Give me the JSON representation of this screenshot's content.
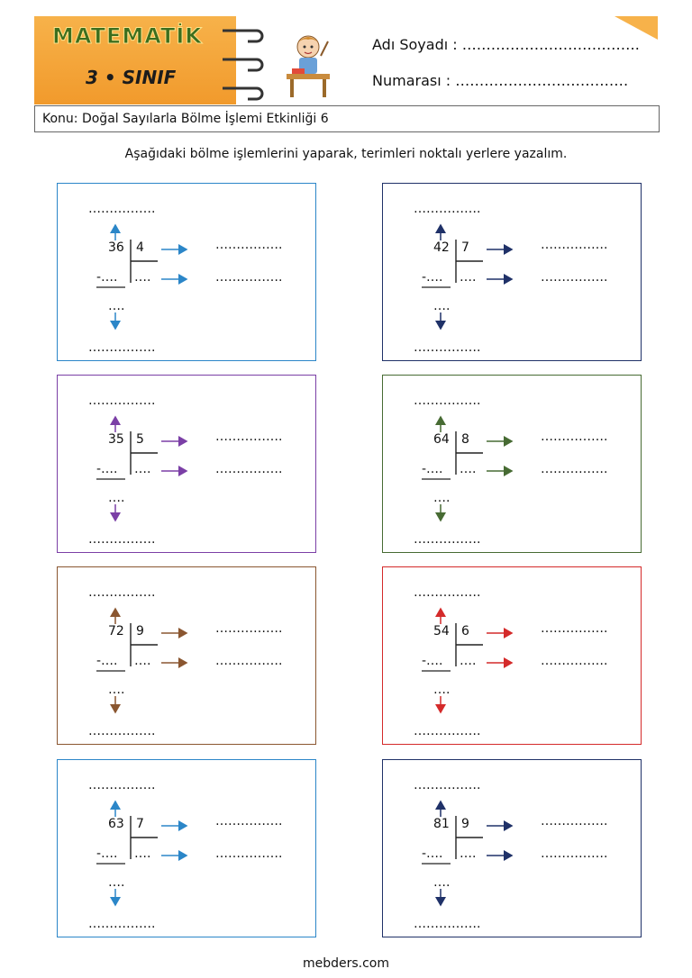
{
  "header": {
    "logo_title": "MATEMATİK",
    "grade": "3 • SINIF",
    "name_label": "Adı Soyadı : ……………………………….",
    "number_label": "Numarası  : ………………………………"
  },
  "topic": "Konu: Doğal Sayılarla Bölme İşlemi Etkinliği 6",
  "instruction": "Aşağıdaki bölme işlemlerini yaparak, terimleri noktalı yerlere yazalım.",
  "blank_long": "…………….",
  "blank_short": "….",
  "minus_blank": "-….",
  "exercises": [
    {
      "dividend": "36",
      "divisor": "4",
      "color": "#2b86c8"
    },
    {
      "dividend": "42",
      "divisor": "7",
      "color": "#1f3168"
    },
    {
      "dividend": "35",
      "divisor": "5",
      "color": "#7b3fa6"
    },
    {
      "dividend": "64",
      "divisor": "8",
      "color": "#476b33"
    },
    {
      "dividend": "72",
      "divisor": "9",
      "color": "#8a5630"
    },
    {
      "dividend": "54",
      "divisor": "6",
      "color": "#d42a2a"
    },
    {
      "dividend": "63",
      "divisor": "7",
      "color": "#2b86c8"
    },
    {
      "dividend": "81",
      "divisor": "9",
      "color": "#1f3168"
    }
  ],
  "footer": "mebders.com"
}
